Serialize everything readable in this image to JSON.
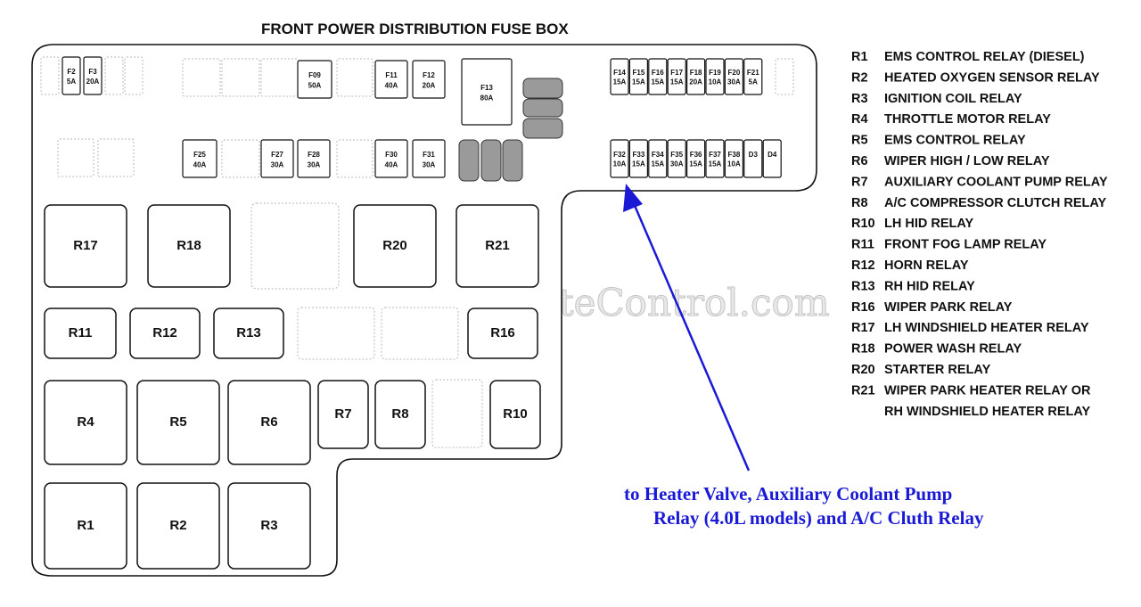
{
  "title": "FRONT POWER DISTRIBUTION FUSE BOX",
  "watermark": "JaguarClimateControl.com",
  "fuses_row1": [
    {
      "id": "F2",
      "rating": "5A"
    },
    {
      "id": "F3",
      "rating": "20A"
    },
    {
      "id": "F09",
      "rating": "50A"
    },
    {
      "id": "F11",
      "rating": "40A"
    },
    {
      "id": "F12",
      "rating": "20A"
    },
    {
      "id": "F13",
      "rating": "80A"
    }
  ],
  "fuses_row2": [
    {
      "id": "F25",
      "rating": "40A"
    },
    {
      "id": "F27",
      "rating": "30A"
    },
    {
      "id": "F28",
      "rating": "30A"
    },
    {
      "id": "F30",
      "rating": "40A"
    },
    {
      "id": "F31",
      "rating": "30A"
    }
  ],
  "mini_fuses_top": [
    {
      "id": "F14",
      "rating": "15A"
    },
    {
      "id": "F15",
      "rating": "15A"
    },
    {
      "id": "F16",
      "rating": "15A"
    },
    {
      "id": "F17",
      "rating": "15A"
    },
    {
      "id": "F18",
      "rating": "20A"
    },
    {
      "id": "F19",
      "rating": "10A"
    },
    {
      "id": "F20",
      "rating": "30A"
    },
    {
      "id": "F21",
      "rating": "5A"
    }
  ],
  "mini_fuses_bottom": [
    {
      "id": "F32",
      "rating": "10A"
    },
    {
      "id": "F33",
      "rating": "15A"
    },
    {
      "id": "F34",
      "rating": "15A"
    },
    {
      "id": "F35",
      "rating": "30A"
    },
    {
      "id": "F36",
      "rating": "15A"
    },
    {
      "id": "F37",
      "rating": "15A"
    },
    {
      "id": "F38",
      "rating": "10A"
    },
    {
      "id": "D3",
      "rating": ""
    },
    {
      "id": "D4",
      "rating": ""
    }
  ],
  "relays": [
    "R17",
    "R18",
    "R20",
    "R21",
    "R11",
    "R12",
    "R13",
    "R16",
    "R4",
    "R5",
    "R6",
    "R7",
    "R8",
    "R10",
    "R1",
    "R2",
    "R3"
  ],
  "legend": [
    {
      "code": "R1",
      "desc": "EMS CONTROL RELAY (DIESEL)"
    },
    {
      "code": "R2",
      "desc": "HEATED OXYGEN SENSOR RELAY"
    },
    {
      "code": "R3",
      "desc": "IGNITION COIL RELAY"
    },
    {
      "code": "R4",
      "desc": "THROTTLE MOTOR RELAY"
    },
    {
      "code": "R5",
      "desc": "EMS CONTROL RELAY"
    },
    {
      "code": "R6",
      "desc": "WIPER HIGH / LOW RELAY"
    },
    {
      "code": "R7",
      "desc": "AUXILIARY COOLANT PUMP RELAY"
    },
    {
      "code": "R8",
      "desc": "A/C COMPRESSOR CLUTCH RELAY"
    },
    {
      "code": "R10",
      "desc": "LH HID RELAY"
    },
    {
      "code": "R11",
      "desc": "FRONT FOG LAMP RELAY"
    },
    {
      "code": "R12",
      "desc": "HORN RELAY"
    },
    {
      "code": "R13",
      "desc": "RH HID RELAY"
    },
    {
      "code": "R16",
      "desc": "WIPER PARK RELAY"
    },
    {
      "code": "R17",
      "desc": "LH WINDSHIELD HEATER RELAY"
    },
    {
      "code": "R18",
      "desc": "POWER WASH RELAY"
    },
    {
      "code": "R20",
      "desc": "STARTER RELAY"
    },
    {
      "code": "R21",
      "desc": "WIPER PARK HEATER RELAY OR"
    },
    {
      "code": "",
      "desc": "RH WINDSHIELD HEATER RELAY"
    }
  ],
  "callout": {
    "line1": "to Heater Valve, Auxiliary Coolant Pump",
    "line2": "Relay (4.0L models) and A/C Cluth Relay"
  },
  "colors": {
    "arrow": "#1a1ad6",
    "callout_text": "#1a1ad6",
    "outline": "#111111"
  }
}
